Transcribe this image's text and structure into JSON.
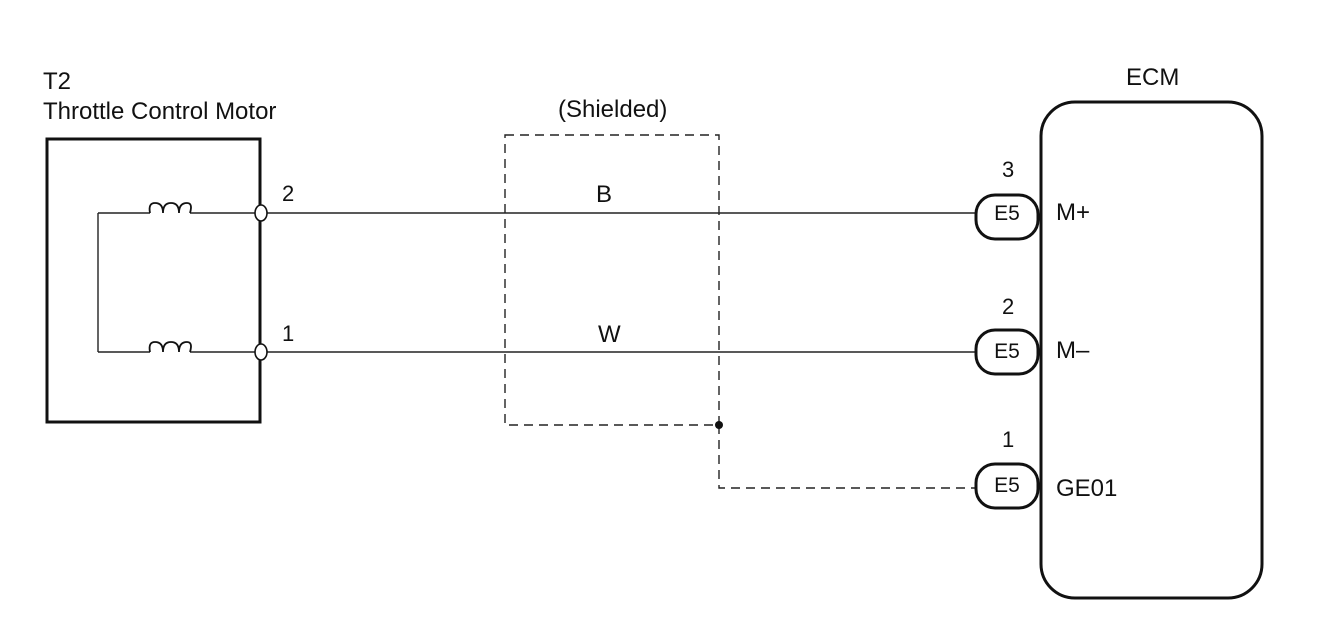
{
  "component": {
    "code": "T2",
    "name": "Throttle Control Motor",
    "pins": [
      "2",
      "1"
    ]
  },
  "shield": {
    "label": "(Shielded)"
  },
  "wires": [
    {
      "color": "B"
    },
    {
      "color": "W"
    }
  ],
  "ecm": {
    "title": "ECM",
    "terminals": [
      {
        "pin": "3",
        "connector": "E5",
        "signal": "M+"
      },
      {
        "pin": "2",
        "connector": "E5",
        "signal": "M–"
      },
      {
        "pin": "1",
        "connector": "E5",
        "signal": "GE01"
      }
    ]
  }
}
